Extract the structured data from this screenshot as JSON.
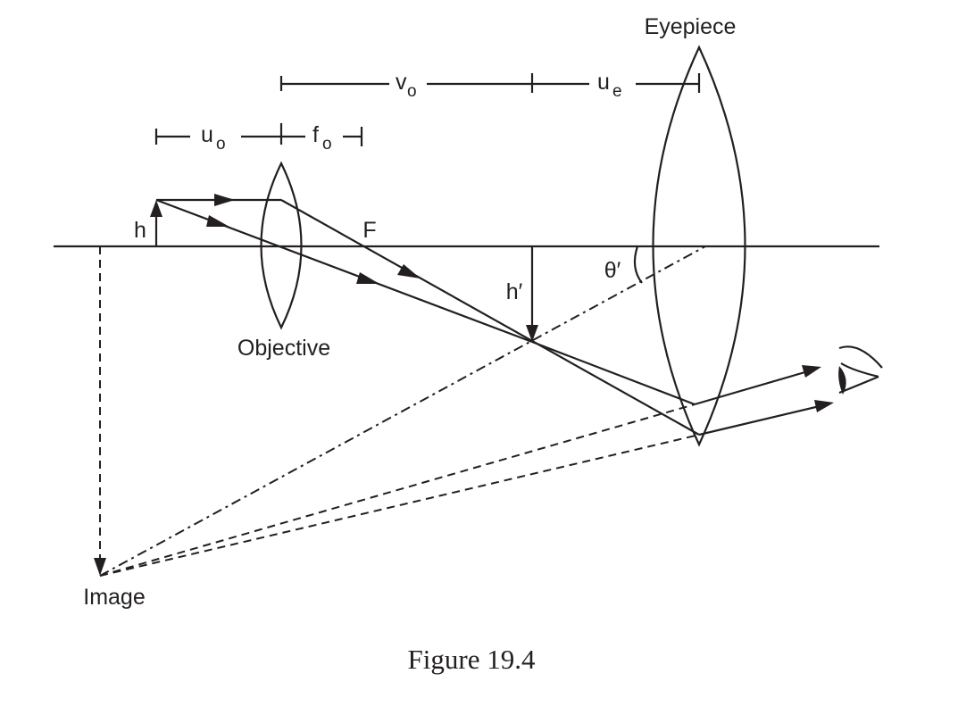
{
  "labels": {
    "eyepiece": "Eyepiece",
    "objective": "Objective",
    "image": "Image",
    "object_height": "h",
    "image_height": "h′",
    "focal_point": "F",
    "angle": "θ′",
    "vo_main": "v",
    "vo_sub": "o",
    "ue_main": "u",
    "ue_sub": "e",
    "uo_main": "u",
    "uo_sub": "o",
    "fo_main": "f",
    "fo_sub": "o"
  },
  "caption": "Figure 19.4",
  "colors": {
    "ink": "#231f20",
    "background": "#ffffff"
  }
}
